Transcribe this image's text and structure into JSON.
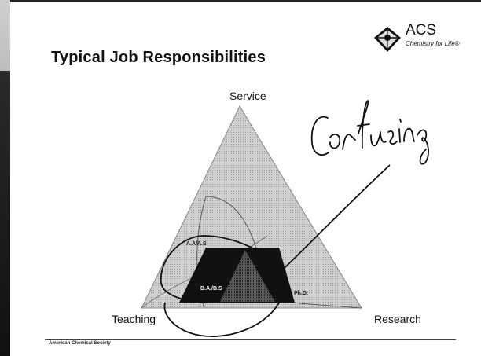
{
  "slide": {
    "title": "Typical Job Responsibilities",
    "logo": {
      "name": "ACS",
      "tagline": "Chemistry for Life®"
    },
    "diagram": {
      "vertices": {
        "top": "Service",
        "left": "Teaching",
        "right": "Research"
      },
      "inner_labels": {
        "aa": "A.A/A.S.",
        "ba": "B.A./B.S",
        "phd": "Ph.D."
      }
    },
    "handwritten_note": "Confusing",
    "footer": "American Chemical Society"
  },
  "colors": {
    "triangle_fill": "#c8c8c8",
    "trapezoid_fill": "#111111",
    "ink": "#111111"
  }
}
